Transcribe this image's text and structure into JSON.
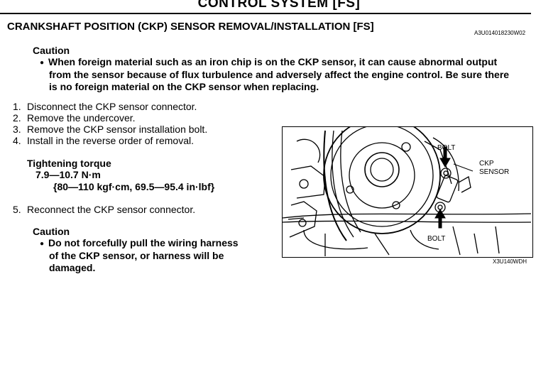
{
  "header": {
    "title": "CONTROL SYSTEM [FS]"
  },
  "section": {
    "title": "CRANKSHAFT POSITION (CKP) SENSOR REMOVAL/INSTALLATION [FS]",
    "doc_code": "A3U014018230W02"
  },
  "caution1": {
    "heading": "Caution",
    "lines": [
      "When foreign material such as an iron chip is on the CKP sensor, it can cause abnormal output",
      "from the sensor because of flux turbulence and adversely affect the engine control. Be sure there",
      "is no foreign material on the CKP sensor when replacing."
    ]
  },
  "steps": [
    {
      "num": "1.",
      "text": "Disconnect the CKP sensor connector."
    },
    {
      "num": "2.",
      "text": "Remove the undercover."
    },
    {
      "num": "3.",
      "text": "Remove the CKP sensor installation bolt."
    },
    {
      "num": "4.",
      "text": "Install in the reverse order of removal."
    }
  ],
  "torque": {
    "heading": "Tightening torque",
    "nm": "7.9—10.7 N·m",
    "alt": "{80—110 kgf·cm, 69.5—95.4 in·lbf}"
  },
  "step5": {
    "num": "5.",
    "text": "Reconnect the CKP sensor connector."
  },
  "caution2": {
    "heading": "Caution",
    "lines": [
      "Do not forcefully pull the wiring harness",
      "of the CKP sensor, or harness will be",
      "damaged."
    ]
  },
  "figure": {
    "label_bolt_top": "BOLT",
    "label_ckp_1": "CKP",
    "label_ckp_2": "SENSOR",
    "label_bolt_bottom": "BOLT",
    "code": "X3U140WDH"
  }
}
